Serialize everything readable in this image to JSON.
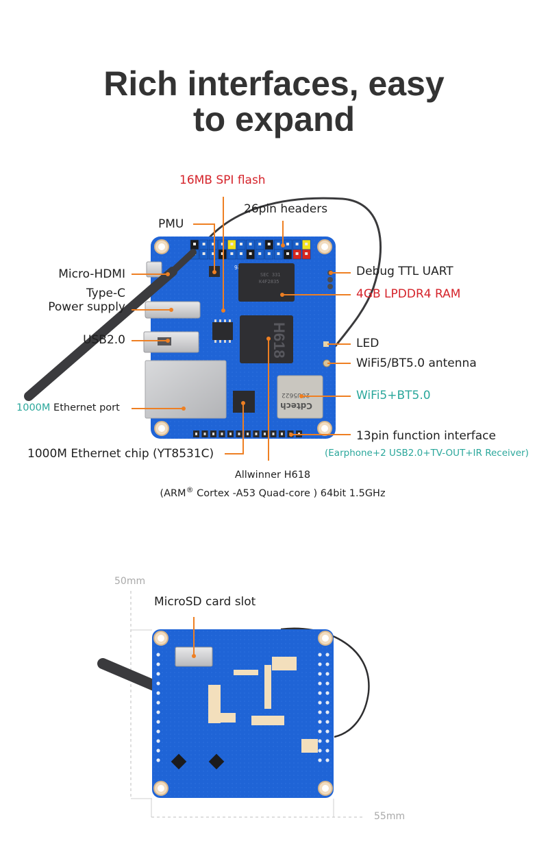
{
  "title": {
    "line1": "Rich interfaces, easy",
    "line2": "to expand"
  },
  "top_view": {
    "labels": {
      "spi_flash": "16MB SPI flash",
      "pin_headers": "26pin headers",
      "pmu": "PMU",
      "micro_hdmi": "Micro-HDMI",
      "type_c_line1": "Type-C",
      "type_c_line2": "Power supply",
      "usb": "USB2.0",
      "ethernet_port_speed": "1000M",
      "ethernet_port_text": "Ethernet port",
      "ethernet_chip": "1000M Ethernet chip (YT8531C)",
      "soc_line1": "Allwinner H618",
      "soc_line2_a": "(ARM",
      "soc_line2_reg": "®",
      "soc_line2_b": " Cortex -A53 Quad-core ) 64bit 1.5GHz",
      "debug_uart": "Debug TTL UART",
      "ram": "4GB LPDDR4 RAM",
      "led": "LED",
      "antenna": "WiFi5/BT5.0 antenna",
      "wifi_module": "WiFi5+BT5.0",
      "function_interface": "13pin function interface",
      "function_interface_detail": "(Earphone+2 USB2.0+TV-OUT+IR Receiver)"
    },
    "board_silkscreen": {
      "header_label": "DIP26",
      "soc_marking": "H618",
      "wifi_marking": "20U5622",
      "wifi_brand": "Cdtech"
    }
  },
  "bottom_view": {
    "labels": {
      "microsd": "MicroSD card slot"
    },
    "dimensions": {
      "height": "50mm",
      "width": "55mm"
    }
  },
  "colors": {
    "accent_orange": "#ee7f22",
    "highlight_red": "#d5232a",
    "highlight_teal": "#2aa79b",
    "pcb_blue": "#1f64d6",
    "title_text": "#333333"
  }
}
